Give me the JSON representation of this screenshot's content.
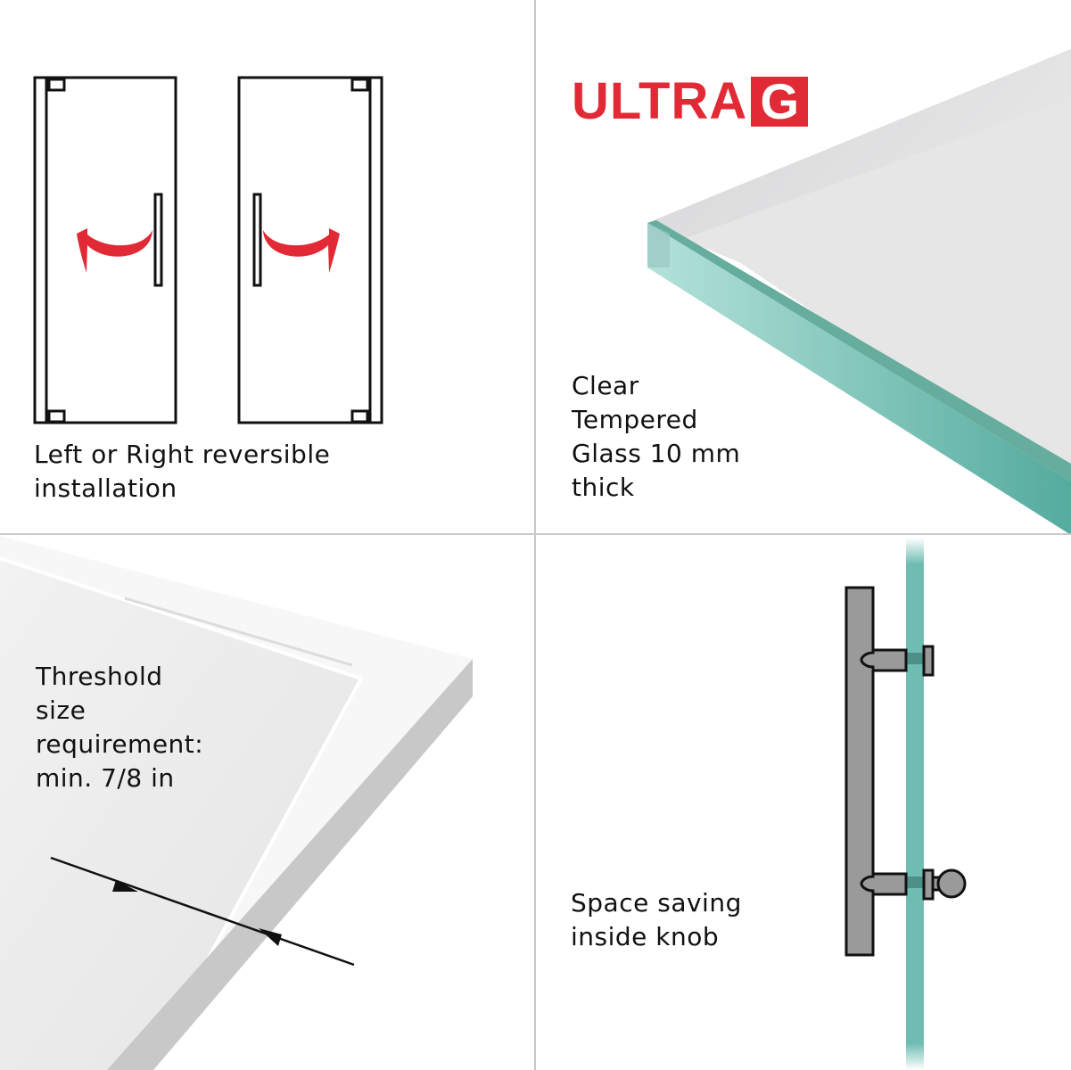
{
  "panels": {
    "top_left": {
      "caption_lines": [
        "Left or Right reversible",
        "installation"
      ],
      "arrow_color": "#e12a35"
    },
    "top_right": {
      "logo": {
        "text": "ULTRA",
        "boxed_letter": "G",
        "color": "#e12a35"
      },
      "caption_lines": [
        "Clear",
        "Tempered",
        "Glass 10 mm",
        "thick"
      ],
      "glass_edge_color": "#6dbcb0"
    },
    "bottom_left": {
      "caption_lines": [
        "Threshold",
        "size",
        "requirement:",
        "min. 7/8 in"
      ]
    },
    "bottom_right": {
      "caption_lines": [
        "Space saving",
        "inside knob"
      ],
      "glass_color": "#6fbdb2",
      "hardware_color": "#9a9a9a"
    }
  }
}
